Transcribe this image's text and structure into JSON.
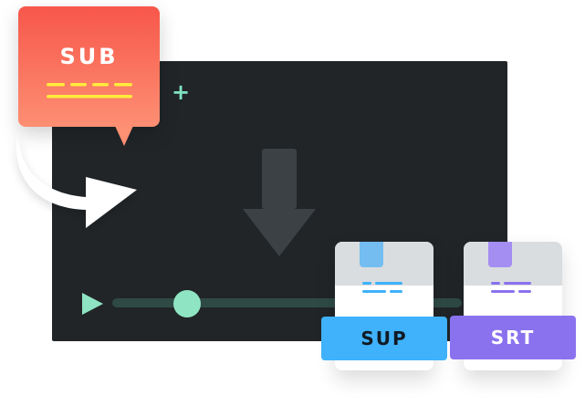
{
  "sub_bubble": {
    "label": "SUB",
    "colors": {
      "top": "#f7574a",
      "bottom": "#fd8f73",
      "lines": "#ffeb3b"
    }
  },
  "player": {
    "background": "#212528",
    "icons": {
      "add": "plus-icon",
      "download": "down-arrow-icon",
      "play": "play-icon",
      "flow": "curved-arrow-icon"
    },
    "timeline": {
      "accent": "#8fe5c3",
      "track": "#2f4a44"
    }
  },
  "files": [
    {
      "label": "SUP",
      "accent": "#3fb2fb",
      "tab": "#73bdf0"
    },
    {
      "label": "SRT",
      "accent": "#8a72ef",
      "tab": "#a48ef2"
    }
  ]
}
